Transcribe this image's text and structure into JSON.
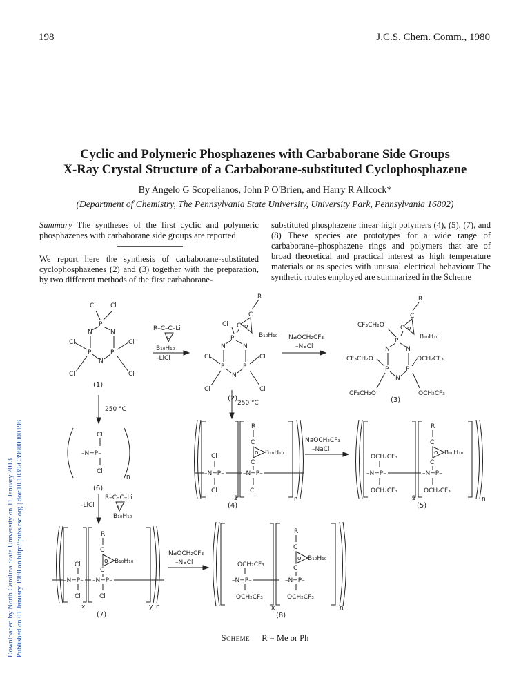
{
  "header": {
    "page_number": "198",
    "journal": "J.C.S. Chem. Comm., 1980"
  },
  "side_note": {
    "line1": "Downloaded by North Carolina State University on 11 January 2013",
    "line2": "Published on 01 January 1980 on http://pubs.rsc.org | doi:10.1039/C39800000198"
  },
  "article": {
    "title_line1": "Cyclic and Polymeric Phosphazenes with Carbaborane Side Groups",
    "title_line2": "X-Ray Crystal Structure of a Carbaborane-substituted Cyclophosphazene",
    "authors": "By Angelo G Scopelianos, John P O'Brien, and Harry R Allcock*",
    "affiliation": "(Department of Chemistry, The Pennsylvania State University, University Park, Pennsylvania 16802)",
    "summary_label": "Summary",
    "summary_text": "The syntheses of the first cyclic and polymeric phosphazenes with carbaborane side groups are reported",
    "body_left": "We report here the synthesis of carbaborane-substituted cyclophosphazenes (2) and (3) together with the preparation, by two different methods of the first carbaborane-",
    "body_right": "substituted phosphazene linear high polymers (4), (5), (7), and (8)   These species are prototypes for a wide range of carbaborane–phosphazene rings and polymers that are of broad theoretical and practical interest as high temperature materials or as species with unusual electrical behaviour   The synthetic routes employed are summarized in the Scheme"
  },
  "scheme": {
    "caption_label": "Scheme",
    "caption_text": "R = Me or Ph",
    "compound_labels": [
      "(1)",
      "(2)",
      "(3)",
      "(4)",
      "(5)",
      "(6)",
      "(7)",
      "(8)"
    ],
    "arrow_labels": {
      "reagent_a1": "R–C–C–Li",
      "reagent_a2": "B₁₀H₁₀",
      "byproduct_licl": "–LiCl",
      "reagent_na": "NaOCH₂CF₃",
      "byproduct_nacl": "–NaCl",
      "temperature": "250 °C"
    },
    "atoms": {
      "cl": "Cl",
      "n": "N",
      "p": "P",
      "r": "R",
      "c": "C",
      "o": "o",
      "b10h10": "B₁₀H₁₀",
      "cf3ch2o": "CF₃CH₂O",
      "och2cf3": "OCH₂CF₃",
      "n_eq_p": "–N=P–",
      "sub_n": "n",
      "sub_x": "x",
      "sub_2": "2",
      "sub_y": "y"
    }
  }
}
